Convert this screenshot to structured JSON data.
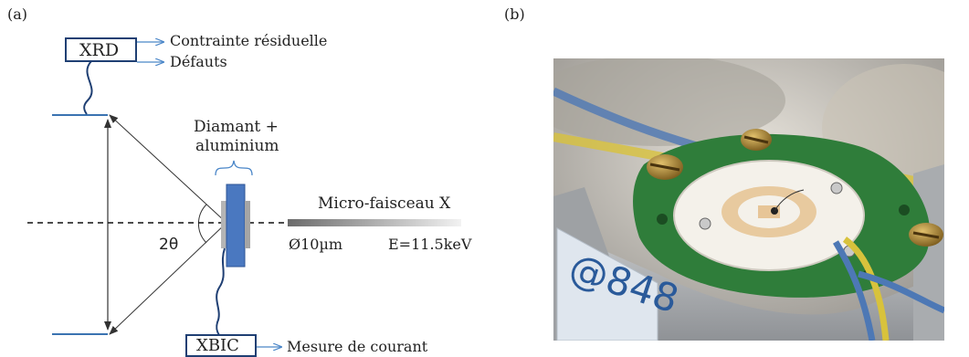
{
  "panel_a": {
    "label": "(a)",
    "xrd_box": "XRD",
    "xrd_outputs": [
      "Contrainte résiduelle",
      "Défauts"
    ],
    "sample_label_line1": "Diamant +",
    "sample_label_line2": "aluminium",
    "beam_label": "Micro-faisceau X",
    "beam_diameter": "Ø10µm",
    "beam_energy": "E=11.5keV",
    "angle_label": "2θ",
    "xbic_box": "XBIC",
    "xbic_output": "Mesure de courant"
  },
  "panel_b": {
    "label": "(b)",
    "photo_text": "@848"
  },
  "colors": {
    "detector_blue": "#1f5fa6",
    "arrow_blue": "#4a86c8",
    "sample_blue": "#4a78c0",
    "aluminium_gray": "#a9a9a9",
    "pcb_green": "#2f7d3a"
  }
}
